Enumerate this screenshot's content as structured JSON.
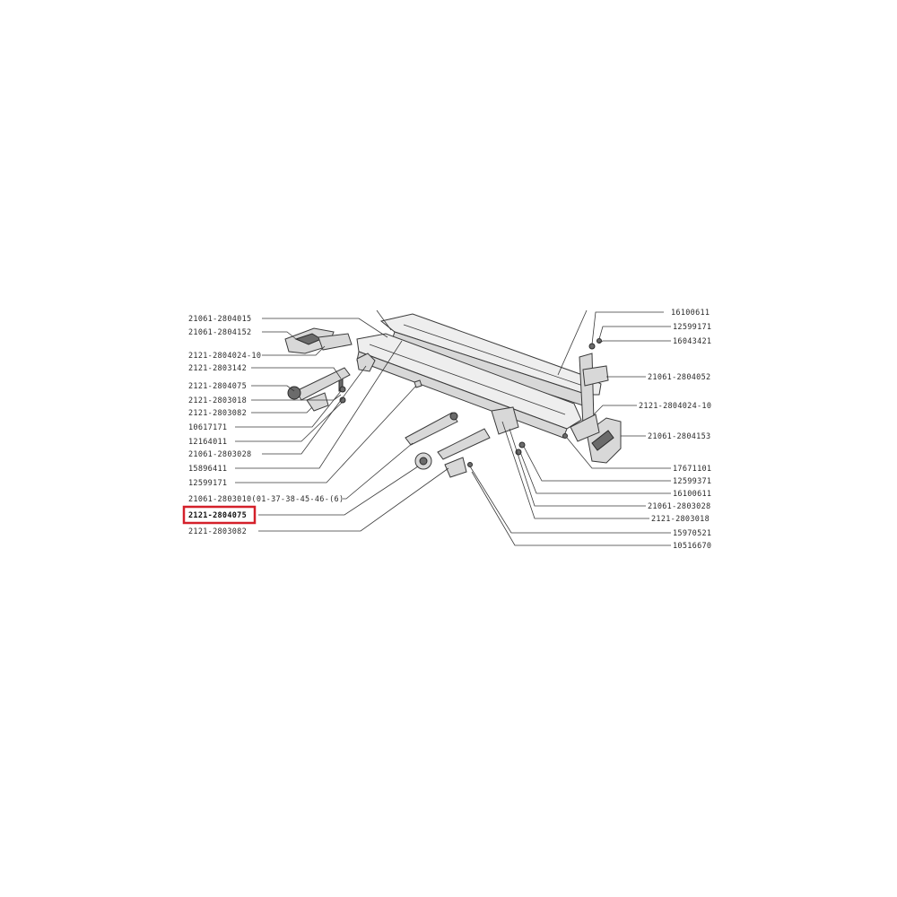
{
  "highlight_color": "#d4202a",
  "labels_left": [
    "21061-2804015",
    "21061-2804152",
    "2121-2804024-10",
    "2121-2803142",
    "2121-2804075",
    "2121-2803018",
    "2121-2803082",
    "10617171",
    "12164011",
    "21061-2803028",
    "15896411",
    "12599171",
    "21061-2803010(01-37-38-45-46-(6)",
    "2121-2804075",
    "2121-2803082"
  ],
  "labels_right": [
    "16100611",
    "12599171",
    "16043421",
    "21061-2804052",
    "2121-2804024-10",
    "21061-2804153",
    "17671101",
    "12599371",
    "16100611",
    "21061-2803028",
    "2121-2803018",
    "15970521",
    "10516670"
  ],
  "highlighted_label_index": 13
}
